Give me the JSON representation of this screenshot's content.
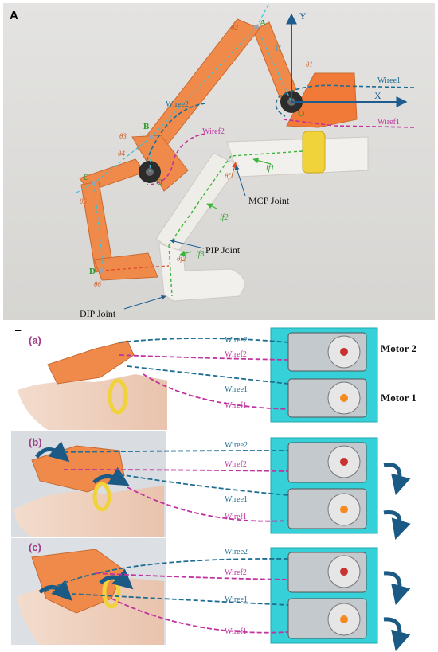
{
  "panel_a": {
    "letter": "A",
    "axis_y": "Y",
    "axis_x": "X",
    "points": {
      "a": "A",
      "b": "B",
      "c": "C",
      "d": "D",
      "o1": "O",
      "o2": "O"
    },
    "angles": {
      "t1": "θ1",
      "t2": "θ2",
      "t3": "θ3",
      "t4": "θ4",
      "t5": "θ5",
      "t6": "θ6",
      "tf1": "θf1",
      "tf2": "θf2"
    },
    "lengths": {
      "l1": "l1",
      "lf1": "lf1",
      "lf2": "lf2",
      "lf3": "lf3"
    },
    "wires": {
      "e1": "Wiree1",
      "e2": "Wiree2",
      "f1": "Wiref1",
      "f2": "Wiref2"
    },
    "joints": {
      "mcp": "MCP Joint",
      "pip": "PIP Joint",
      "dip": "DIP Joint"
    },
    "colors": {
      "link_orange": "#f08a4b",
      "finger_white": "#f2f0ec",
      "axis_blue": "#1d5c8c",
      "wire_pink": "#c0329f",
      "wire_blue": "#1f6d92",
      "green_dash": "#3bb43b"
    }
  },
  "panel_b": {
    "letter": "B",
    "sub_a": "(a)",
    "sub_b": "(b)",
    "sub_c": "(c)",
    "motor2": "Motor 2",
    "motor1": "Motor 1",
    "wires": {
      "e1": "Wiree1",
      "e2": "Wiree2",
      "f1": "Wiref1",
      "f2": "Wiref2"
    },
    "colors": {
      "motor_bg": "#35d0d8",
      "rotate_arrow": "#1a5a84"
    }
  }
}
